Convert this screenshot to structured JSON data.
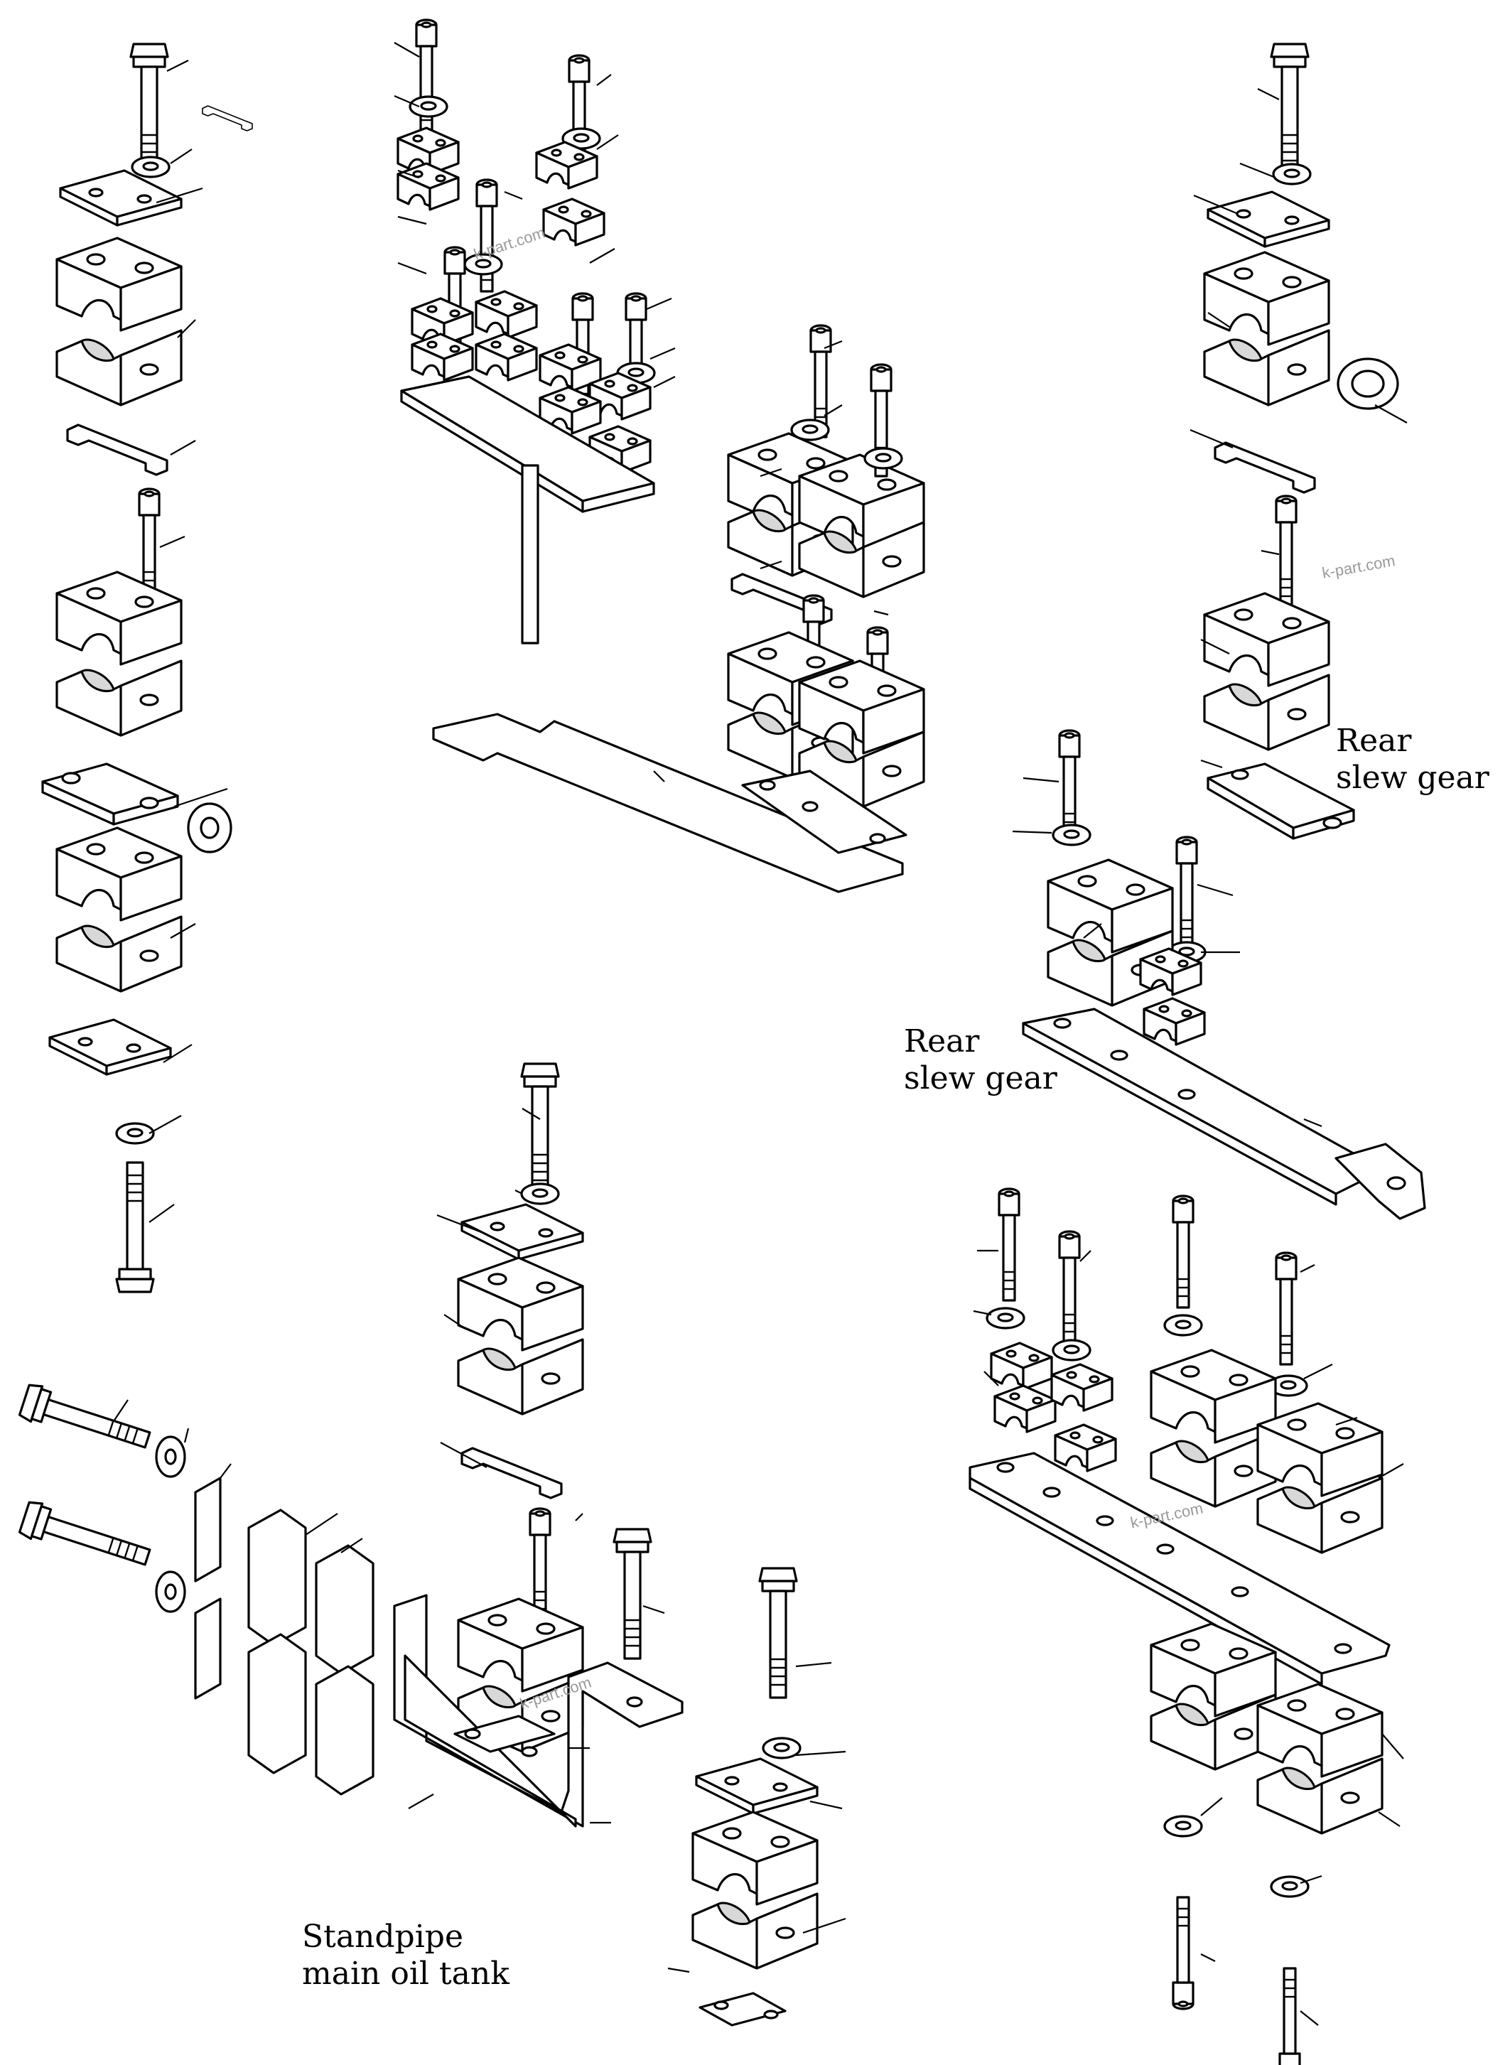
{
  "labels": {
    "rear_slew_gear_1": [
      "Rear",
      "slew gear"
    ],
    "rear_slew_gear_2": [
      "Rear",
      "slew gear"
    ],
    "standpipe": [
      "Standpipe",
      "main oil tank"
    ]
  },
  "watermark": "k-part.com",
  "colors": {
    "ink": "#000000",
    "paper": "#ffffff",
    "watermark": "#9a9a9a"
  }
}
